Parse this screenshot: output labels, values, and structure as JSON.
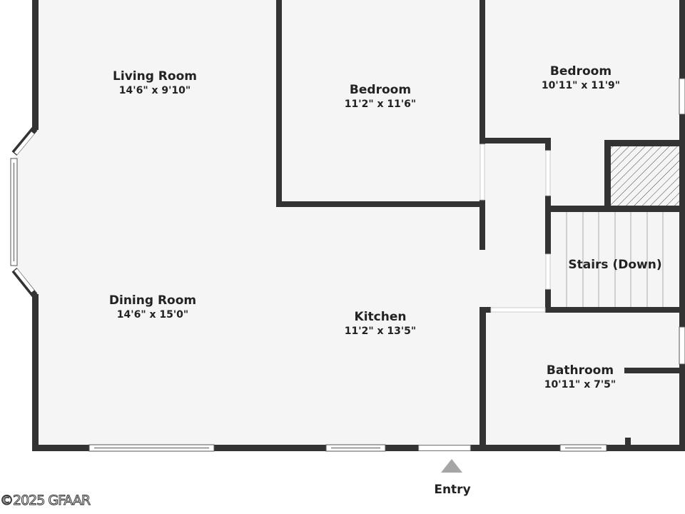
{
  "rooms": [
    {
      "name": "Living Room",
      "dims": "14'6\" x 9'10\""
    },
    {
      "name": "Bedroom",
      "dims": "11'2\" x 11'6\""
    },
    {
      "name": "Bedroom",
      "dims": "10'11\" x 11'9\""
    },
    {
      "name": "Stairs (Down)"
    },
    {
      "name": "Dining Room",
      "dims": "14'6\" x 15'0\""
    },
    {
      "name": "Kitchen",
      "dims": "11'2\" x 13'5\""
    },
    {
      "name": "Bathroom",
      "dims": "10'11\" x 7'5\""
    }
  ],
  "entry_label": "Entry",
  "watermark": "©2025 GFAAR",
  "colors": {
    "wall": "#333333",
    "floor": "#f5f5f5",
    "entry_arrow": "#a6a6a6"
  }
}
